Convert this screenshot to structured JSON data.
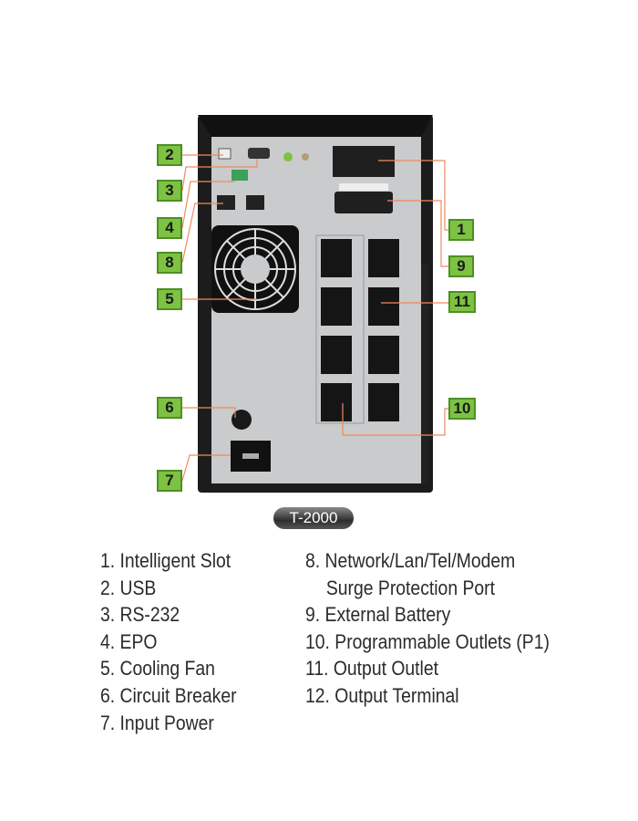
{
  "model_label": "T-2000",
  "callouts": [
    "1",
    "2",
    "3",
    "4",
    "5",
    "6",
    "7",
    "8",
    "9",
    "10",
    "11"
  ],
  "legend_left": [
    "1. Intelligent Slot",
    "2. USB",
    "3. RS-232",
    "4. EPO",
    "5. Cooling Fan",
    "6. Circuit Breaker",
    "7. Input Power"
  ],
  "legend_right": [
    "8. Network/Lan/Tel/Modem",
    "Surge Protection Port",
    "9. External Battery",
    "10. Programmable Outlets (P1)",
    "11. Output Outlet",
    "12. Output Terminal"
  ],
  "colors": {
    "badge": "#7dc242",
    "leader": "#f08a5d",
    "chassis": "#1c1c1c",
    "panel": "#c9cbcc"
  }
}
